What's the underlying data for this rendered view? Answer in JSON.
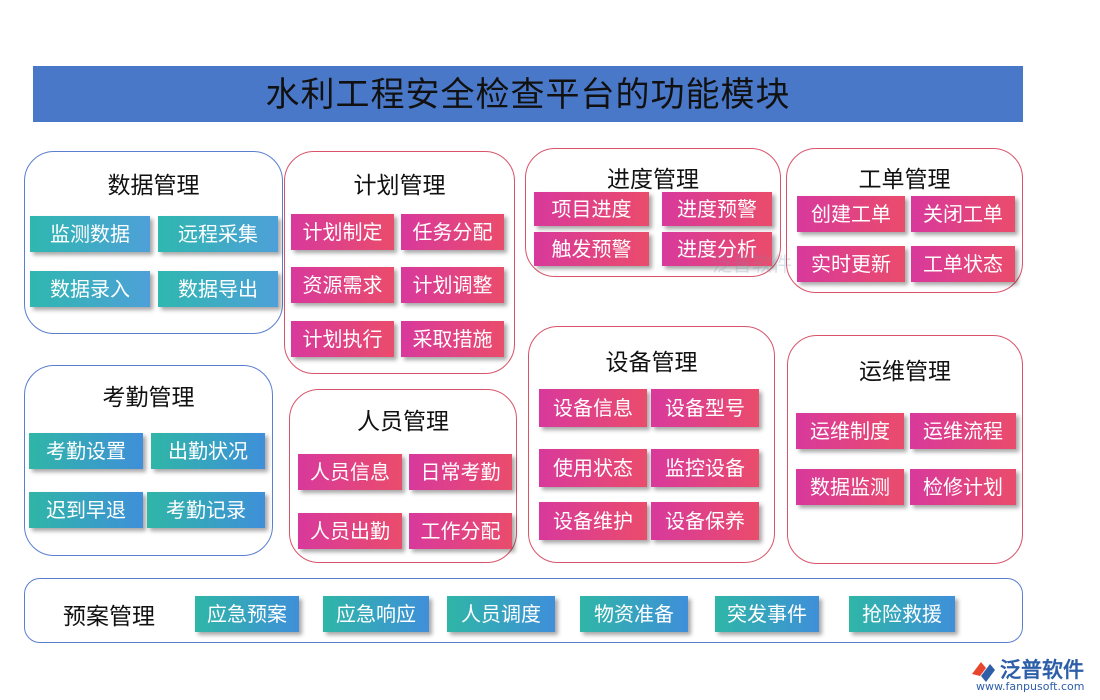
{
  "title": "水利工程安全检查平台的功能模块",
  "modules": {
    "data": {
      "title": "数据管理",
      "items": [
        "监测数据",
        "远程采集",
        "数据录入",
        "数据导出"
      ]
    },
    "plan": {
      "title": "计划管理",
      "items": [
        "计划制定",
        "任务分配",
        "资源需求",
        "计划调整",
        "计划执行",
        "采取措施"
      ]
    },
    "progress": {
      "title": "进度管理",
      "items": [
        "项目进度",
        "进度预警",
        "触发预警",
        "进度分析"
      ]
    },
    "workorder": {
      "title": "工单管理",
      "items": [
        "创建工单",
        "关闭工单",
        "实时更新",
        "工单状态"
      ]
    },
    "attendance": {
      "title": "考勤管理",
      "items": [
        "考勤设置",
        "出勤状况",
        "迟到早退",
        "考勤记录"
      ]
    },
    "personnel": {
      "title": "人员管理",
      "items": [
        "人员信息",
        "日常考勤",
        "人员出勤",
        "工作分配"
      ]
    },
    "equipment": {
      "title": "设备管理",
      "items": [
        "设备信息",
        "设备型号",
        "使用状态",
        "监控设备",
        "设备维护",
        "设备保养"
      ]
    },
    "ops": {
      "title": "运维管理",
      "items": [
        "运维制度",
        "运维流程",
        "数据监测",
        "检修计划"
      ]
    },
    "plans": {
      "title": "预案管理",
      "items": [
        "应急预案",
        "应急响应",
        "人员调度",
        "物资准备",
        "突发事件",
        "抢险救援"
      ]
    }
  },
  "brand": {
    "name": "泛普软件",
    "url": "www.fanpusoft.com",
    "watermark": "泛普软件"
  },
  "colors": {
    "title_bar": "#4a78c8",
    "teal_button": "#2fb7b0",
    "pink_button": "#d8399c",
    "blue_border": "#5b7fcf",
    "red_border": "#d9546b"
  }
}
